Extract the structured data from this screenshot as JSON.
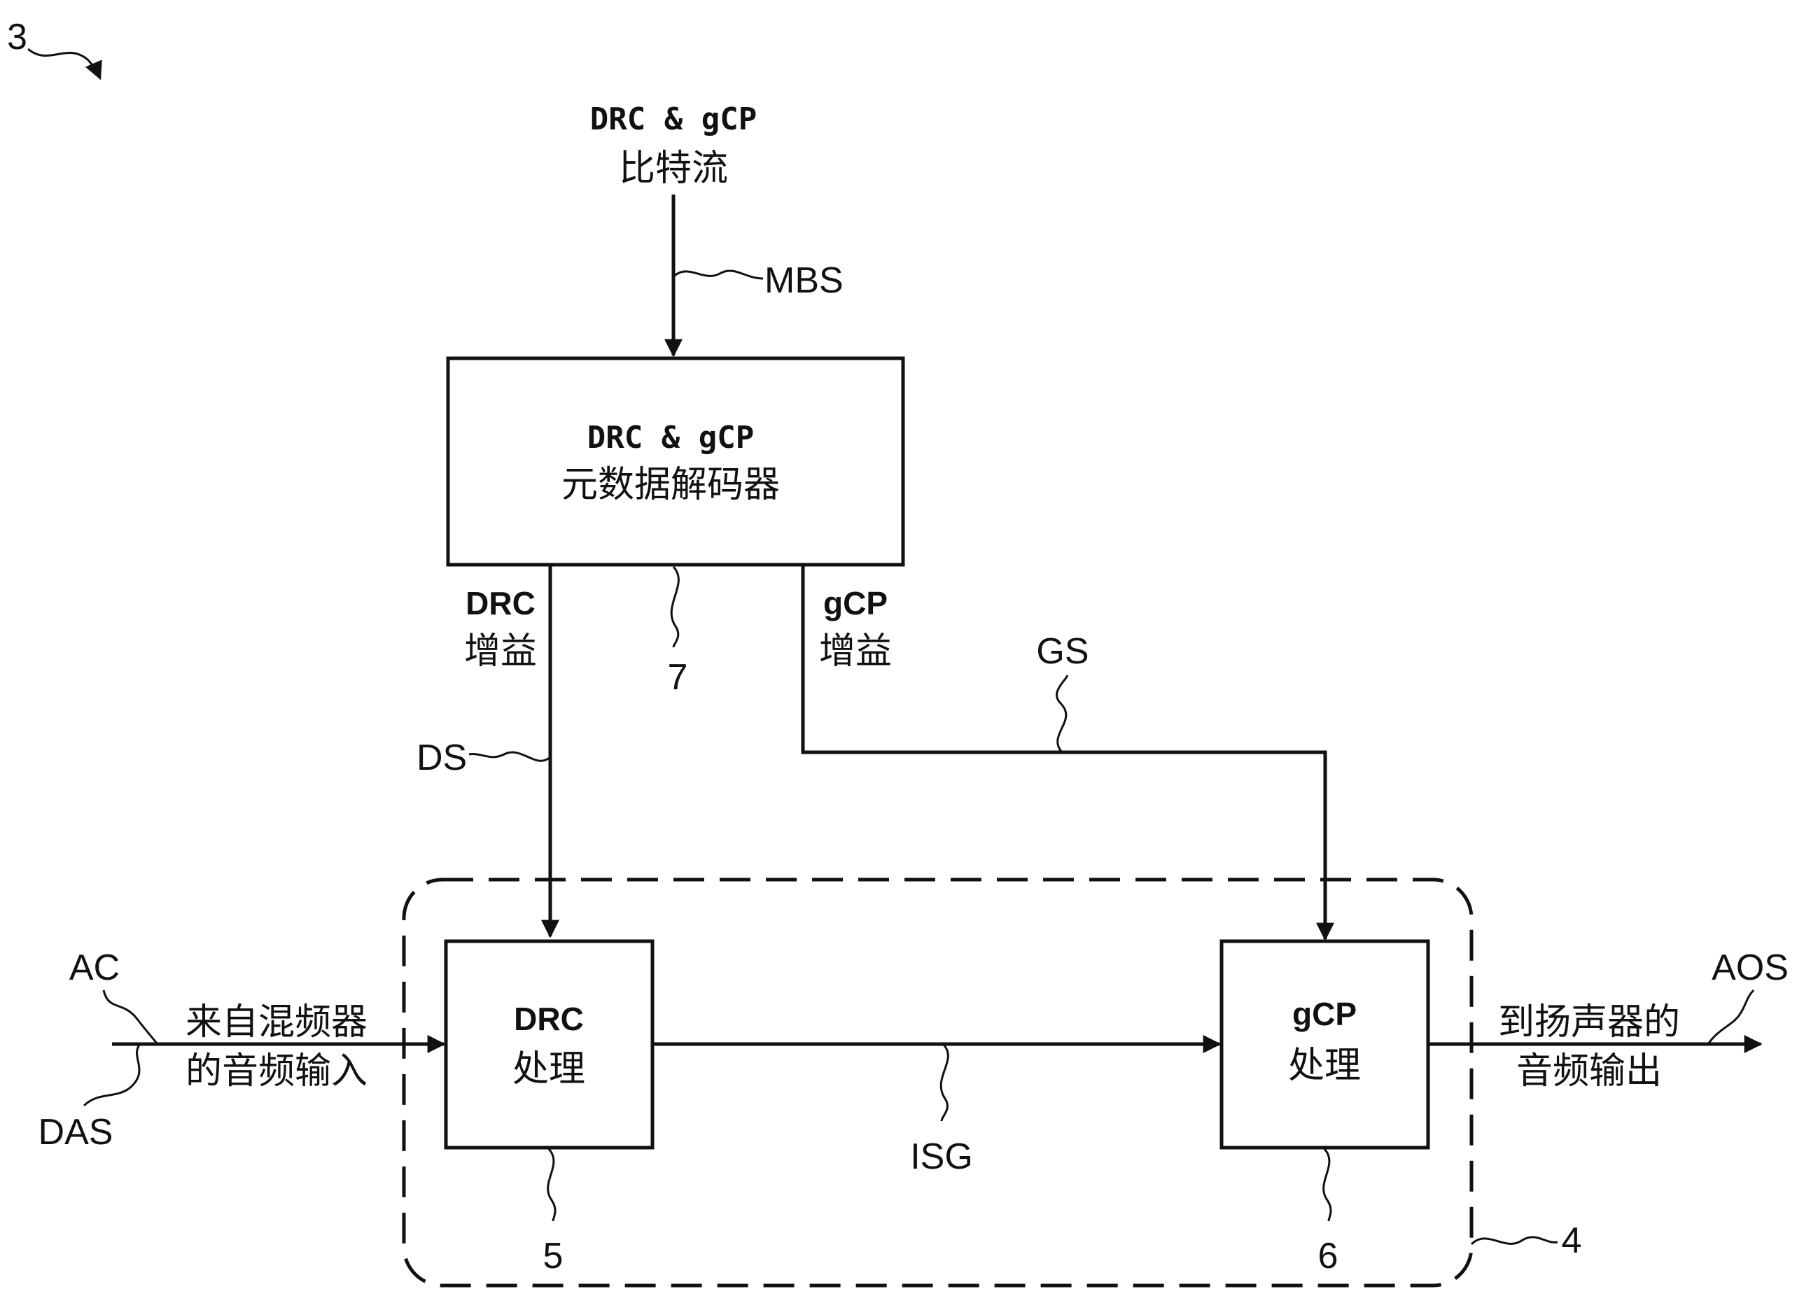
{
  "figure_ref": "3",
  "bitstream": {
    "line1": "DRC & gCP",
    "line2": "比特流",
    "signal": "MBS"
  },
  "decoder": {
    "line1": "DRC & gCP",
    "line2": "元数据解码器",
    "ref": "7",
    "drc_gain_line1": "DRC",
    "drc_gain_line2": "增益",
    "gcp_gain_line1": "gCP",
    "gcp_gain_line2": "增益"
  },
  "signals": {
    "ds": "DS",
    "gs": "GS",
    "isg": "ISG",
    "ac": "AC",
    "das": "DAS",
    "aos": "AOS"
  },
  "input": {
    "line1": "来自混频器",
    "line2": "的音频输入"
  },
  "output": {
    "line1": "到扬声器的",
    "line2": "音频输出"
  },
  "drc_block": {
    "line1": "DRC",
    "line2": "处理",
    "ref": "5"
  },
  "gcp_block": {
    "line1": "gCP",
    "line2": "处理",
    "ref": "6"
  },
  "group_ref": "4"
}
